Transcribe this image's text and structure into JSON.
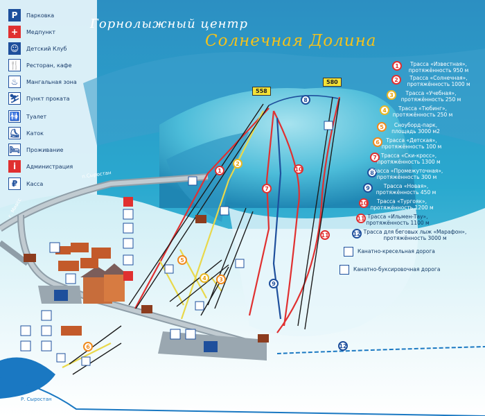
{
  "map": {
    "title_line1": "Горнолыжный центр",
    "title_line2": "Солнечная Долина"
  },
  "legend_left": [
    {
      "icon": "P",
      "label": "Парковка",
      "style": "blue"
    },
    {
      "icon": "+",
      "label": "Медпункт",
      "style": "red"
    },
    {
      "icon": "☺",
      "label": "Детский Клуб",
      "style": "blue"
    },
    {
      "icon": "🍴",
      "label": "Ресторан, кафе",
      "style": "blue"
    },
    {
      "icon": "♨",
      "label": "Мангальная зона",
      "style": "blue"
    },
    {
      "icon": "⛷",
      "label": "Пункт проката",
      "style": "blue"
    },
    {
      "icon": "🚻",
      "label": "Туалет",
      "style": "blue"
    },
    {
      "icon": "⛸",
      "label": "Каток",
      "style": "blue"
    },
    {
      "icon": "🛏",
      "label": "Проживание",
      "style": "blue"
    },
    {
      "icon": "i",
      "label": "Администрация",
      "style": "red"
    },
    {
      "icon": "₽",
      "label": "Касса",
      "style": "blue"
    }
  ],
  "peaks": [
    "558",
    "580"
  ],
  "trails": [
    {
      "num": "1",
      "name": "Трасса «Известная»,",
      "detail": "протяжённость 950 м",
      "color": "red"
    },
    {
      "num": "2",
      "name": "Трасса «Солнечная»,",
      "detail": "протяжённость 1000 м",
      "color": "yellow"
    },
    {
      "num": "3",
      "name": "Трасса «Учебная»,",
      "detail": "протяжённость 250 м",
      "color": "yellow"
    },
    {
      "num": "4",
      "name": "Трасса «Тюбинг»,",
      "detail": "протяжённость 250 м",
      "color": "yellow"
    },
    {
      "num": "5",
      "name": "Сноуборд-парк,",
      "detail": "площадь 3000 м2",
      "color": "orange"
    },
    {
      "num": "6",
      "name": "Трасса «Детская»,",
      "detail": "протяжённость 100 м",
      "color": "orange"
    },
    {
      "num": "7",
      "name": "Трасса «Ски-кросс»,",
      "detail": "протяжённость 1300 м",
      "color": "red"
    },
    {
      "num": "8",
      "name": "Трасса «Промежуточная»,",
      "detail": "протяжённость 300 м",
      "color": "blue"
    },
    {
      "num": "9",
      "name": "Трасса «Новая»,",
      "detail": "протяжённость 450 м",
      "color": "blue"
    },
    {
      "num": "10",
      "name": "Трасса «Тургояк»,",
      "detail": "протяжённость 1200 м",
      "color": "red"
    },
    {
      "num": "11",
      "name": "Трасса «Ильмен-Тау»,",
      "detail": "протяжённость 1100 м",
      "color": "red"
    },
    {
      "num": "12",
      "name": "Трасса для беговых лыж «Марафон»,",
      "detail": "протяжённость 3000 м",
      "color": "blue"
    }
  ],
  "lift_legend": {
    "chairlift": "Канатно-кресельная дорога",
    "draglift": "Канатно-буксировочная дорога"
  },
  "roads": {
    "syrostan_road": "п.Сыростан",
    "miass": "г. Миасс",
    "river": "Р. Сыростан"
  }
}
